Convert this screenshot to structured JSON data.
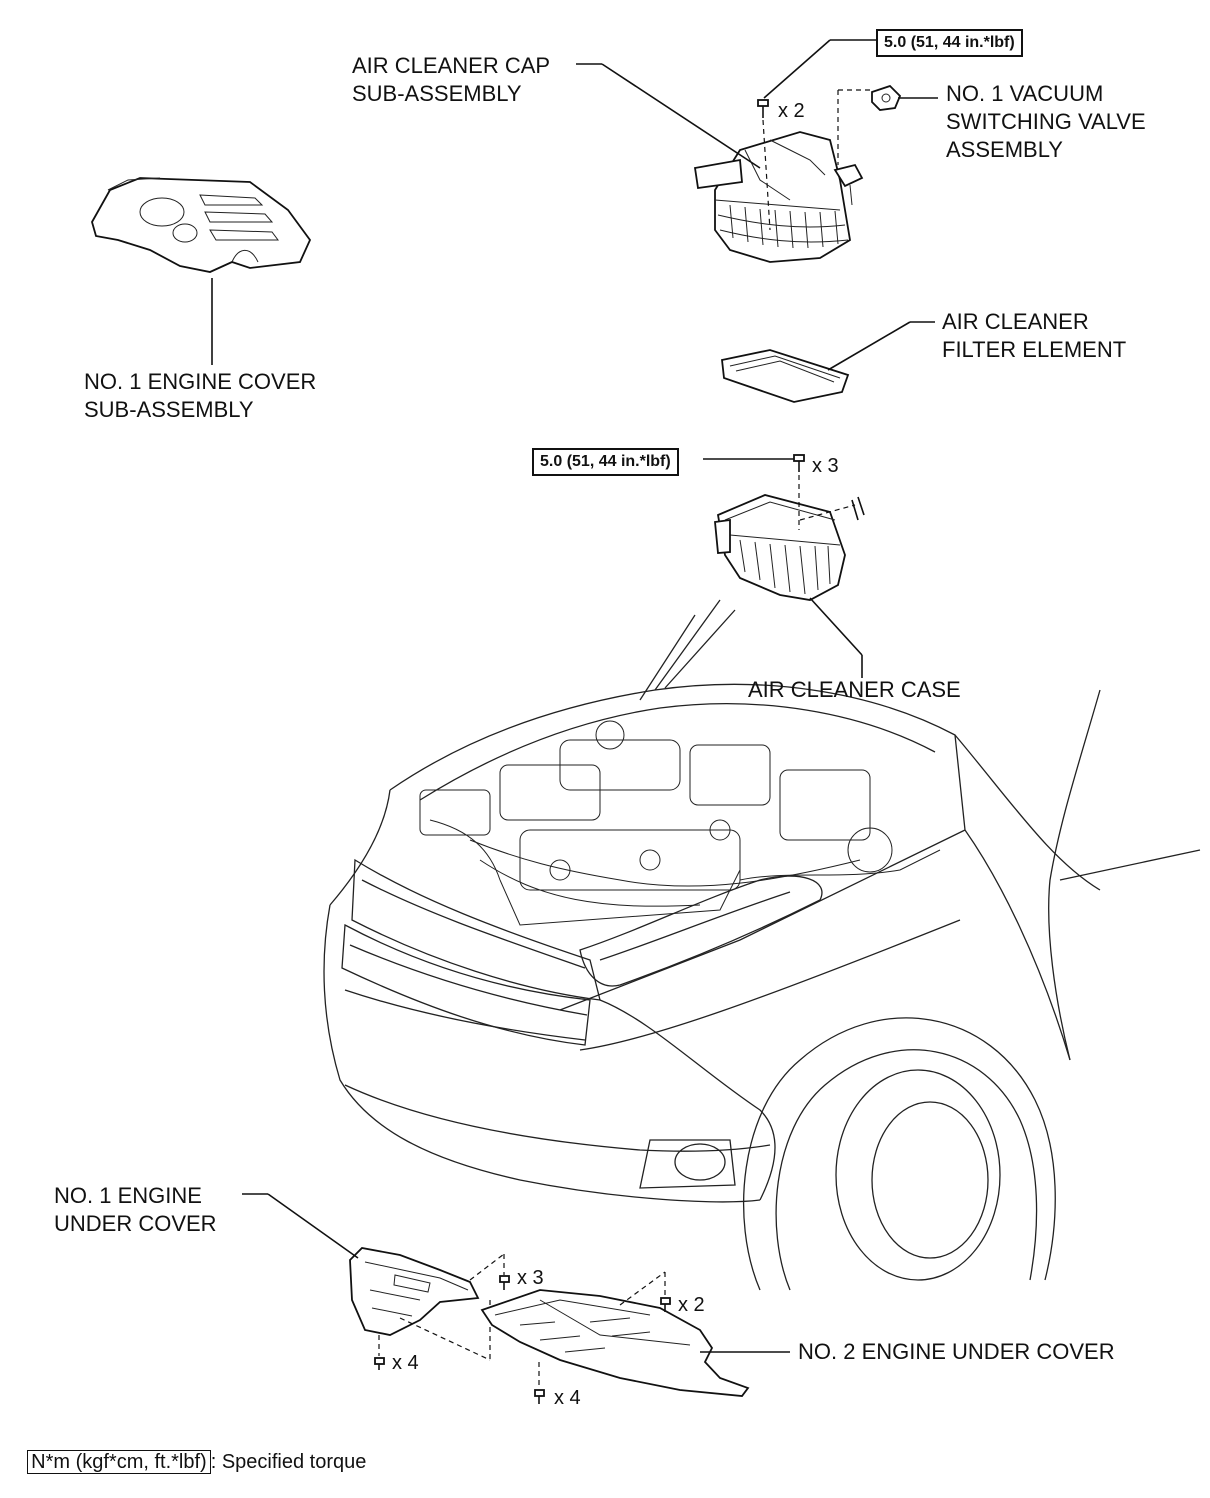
{
  "labels": {
    "air_cleaner_cap": "AIR CLEANER CAP\nSUB-ASSEMBLY",
    "vacuum_valve": "NO. 1 VACUUM\nSWITCHING VALVE\nASSEMBLY",
    "engine_cover": "NO. 1 ENGINE COVER\nSUB-ASSEMBLY",
    "filter_element": "AIR CLEANER\nFILTER ELEMENT",
    "air_cleaner_case": "AIR CLEANER CASE",
    "under_cover_1": "NO. 1 ENGINE\nUNDER COVER",
    "under_cover_2": "NO. 2 ENGINE UNDER COVER"
  },
  "torque": {
    "cap_bolts": "5.0 (51, 44 in.*lbf)",
    "case_bolts": "5.0 (51, 44 in.*lbf)"
  },
  "quantities": {
    "cap_bolts": "x 2",
    "case_bolts": "x 3",
    "uc1_top": "x 3",
    "uc1_bottom": "x 4",
    "uc2_top": "x 2",
    "uc2_bottom": "x 4"
  },
  "legend": {
    "unit": "N*m (kgf*cm, ft.*lbf)",
    "description": ": Specified torque"
  }
}
